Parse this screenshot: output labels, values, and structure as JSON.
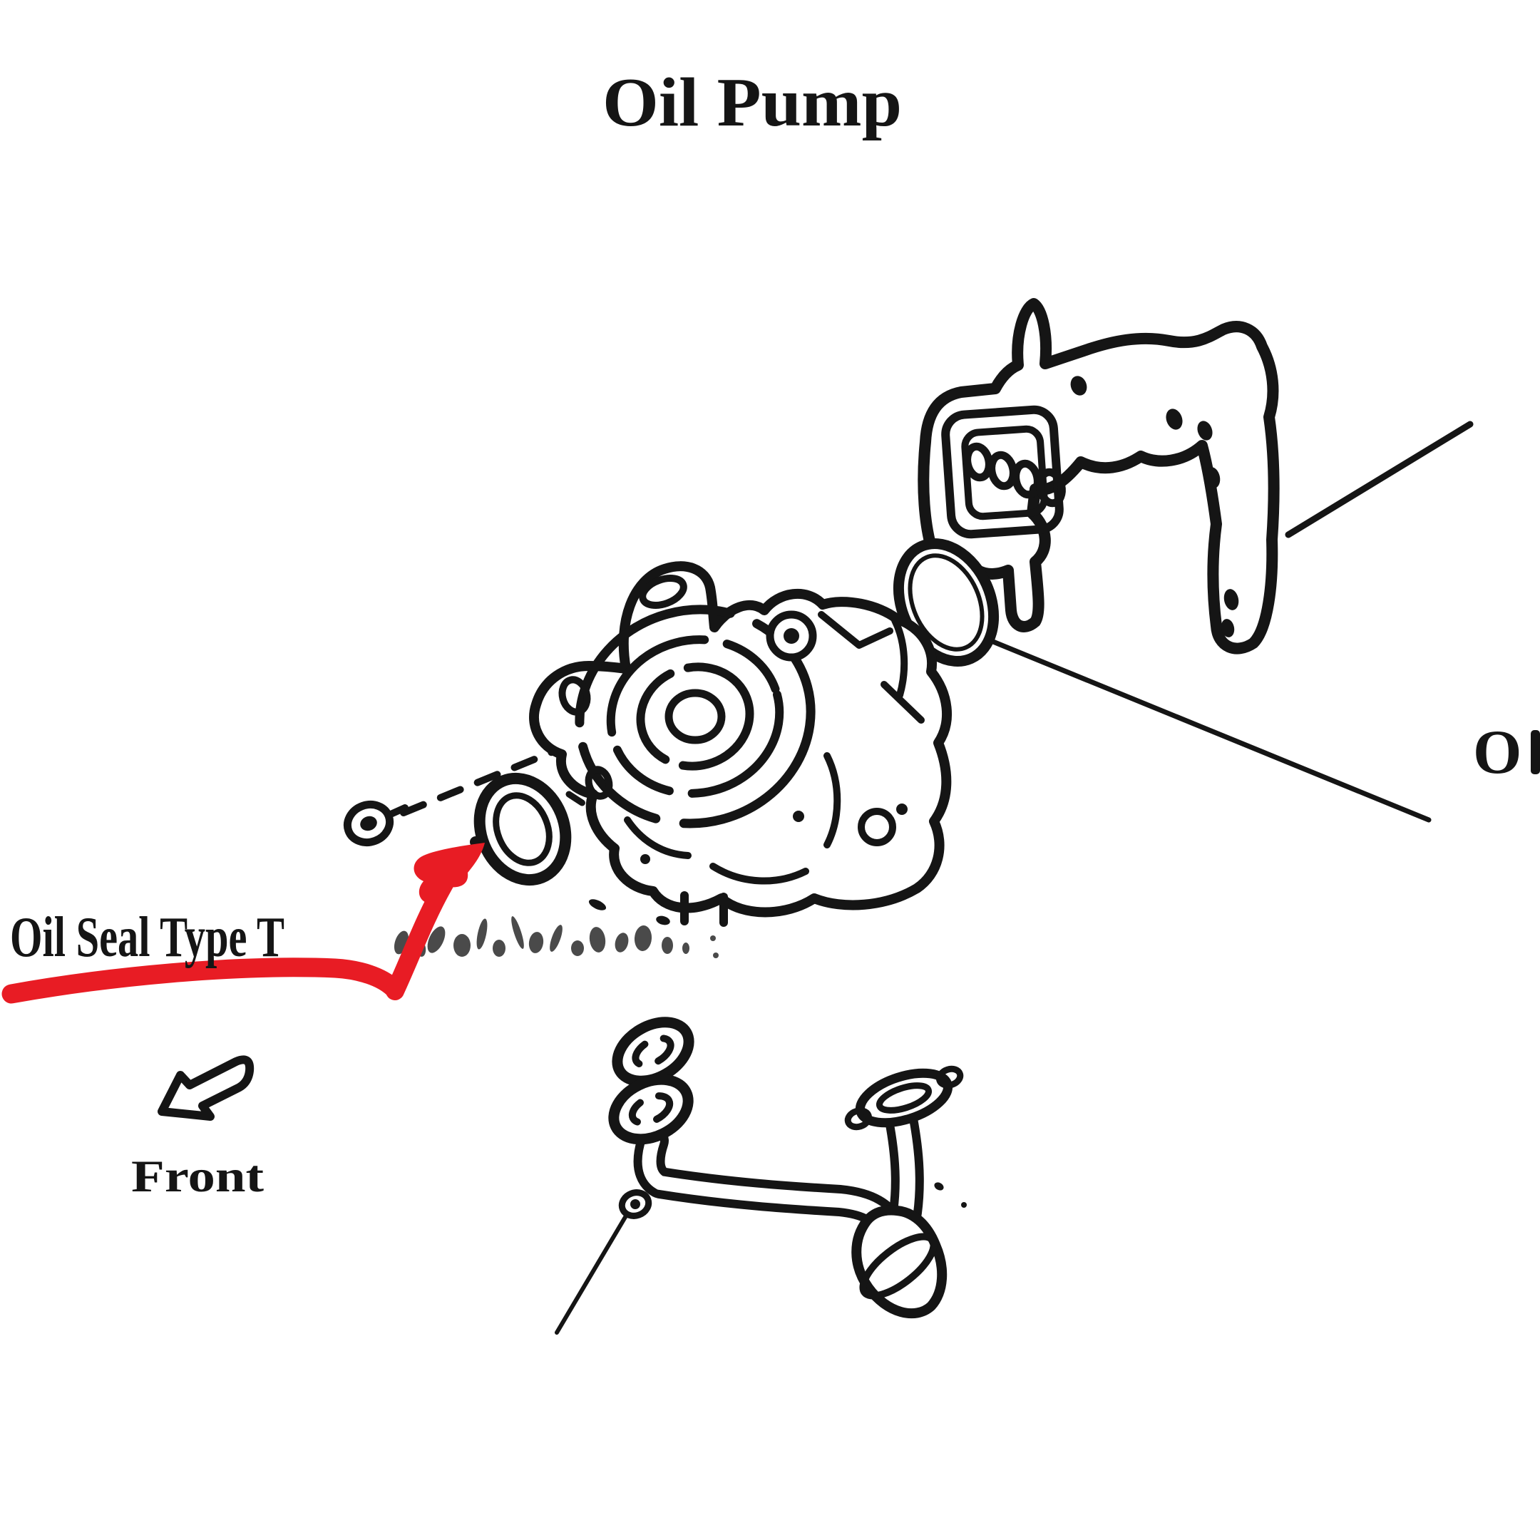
{
  "page": {
    "type": "scanned service manual diagram",
    "background": "#ffffff",
    "ink_color": "#151515",
    "annotation_color": "#e81c24"
  },
  "title": "Oil Pump",
  "labels": {
    "oil_seal": "Oil Seal Type T",
    "front": "Front",
    "right_edge_partial": "O"
  },
  "annotation": {
    "style": "hand-drawn red underline and curved arrow",
    "underlined_text": "Oil Seal Type T",
    "points_to": "oil seal ring"
  },
  "parts": [
    "oil pump gasket",
    "o-ring",
    "oil pump body",
    "oil seal",
    "mounting bolt",
    "oil strainer pickup tube",
    "strainer gaskets",
    "strainer bolt",
    "front direction arrow"
  ],
  "illegible": {
    "smudged_print_after_oil_seal_label": true,
    "right_edge_text_cut_off": true
  }
}
